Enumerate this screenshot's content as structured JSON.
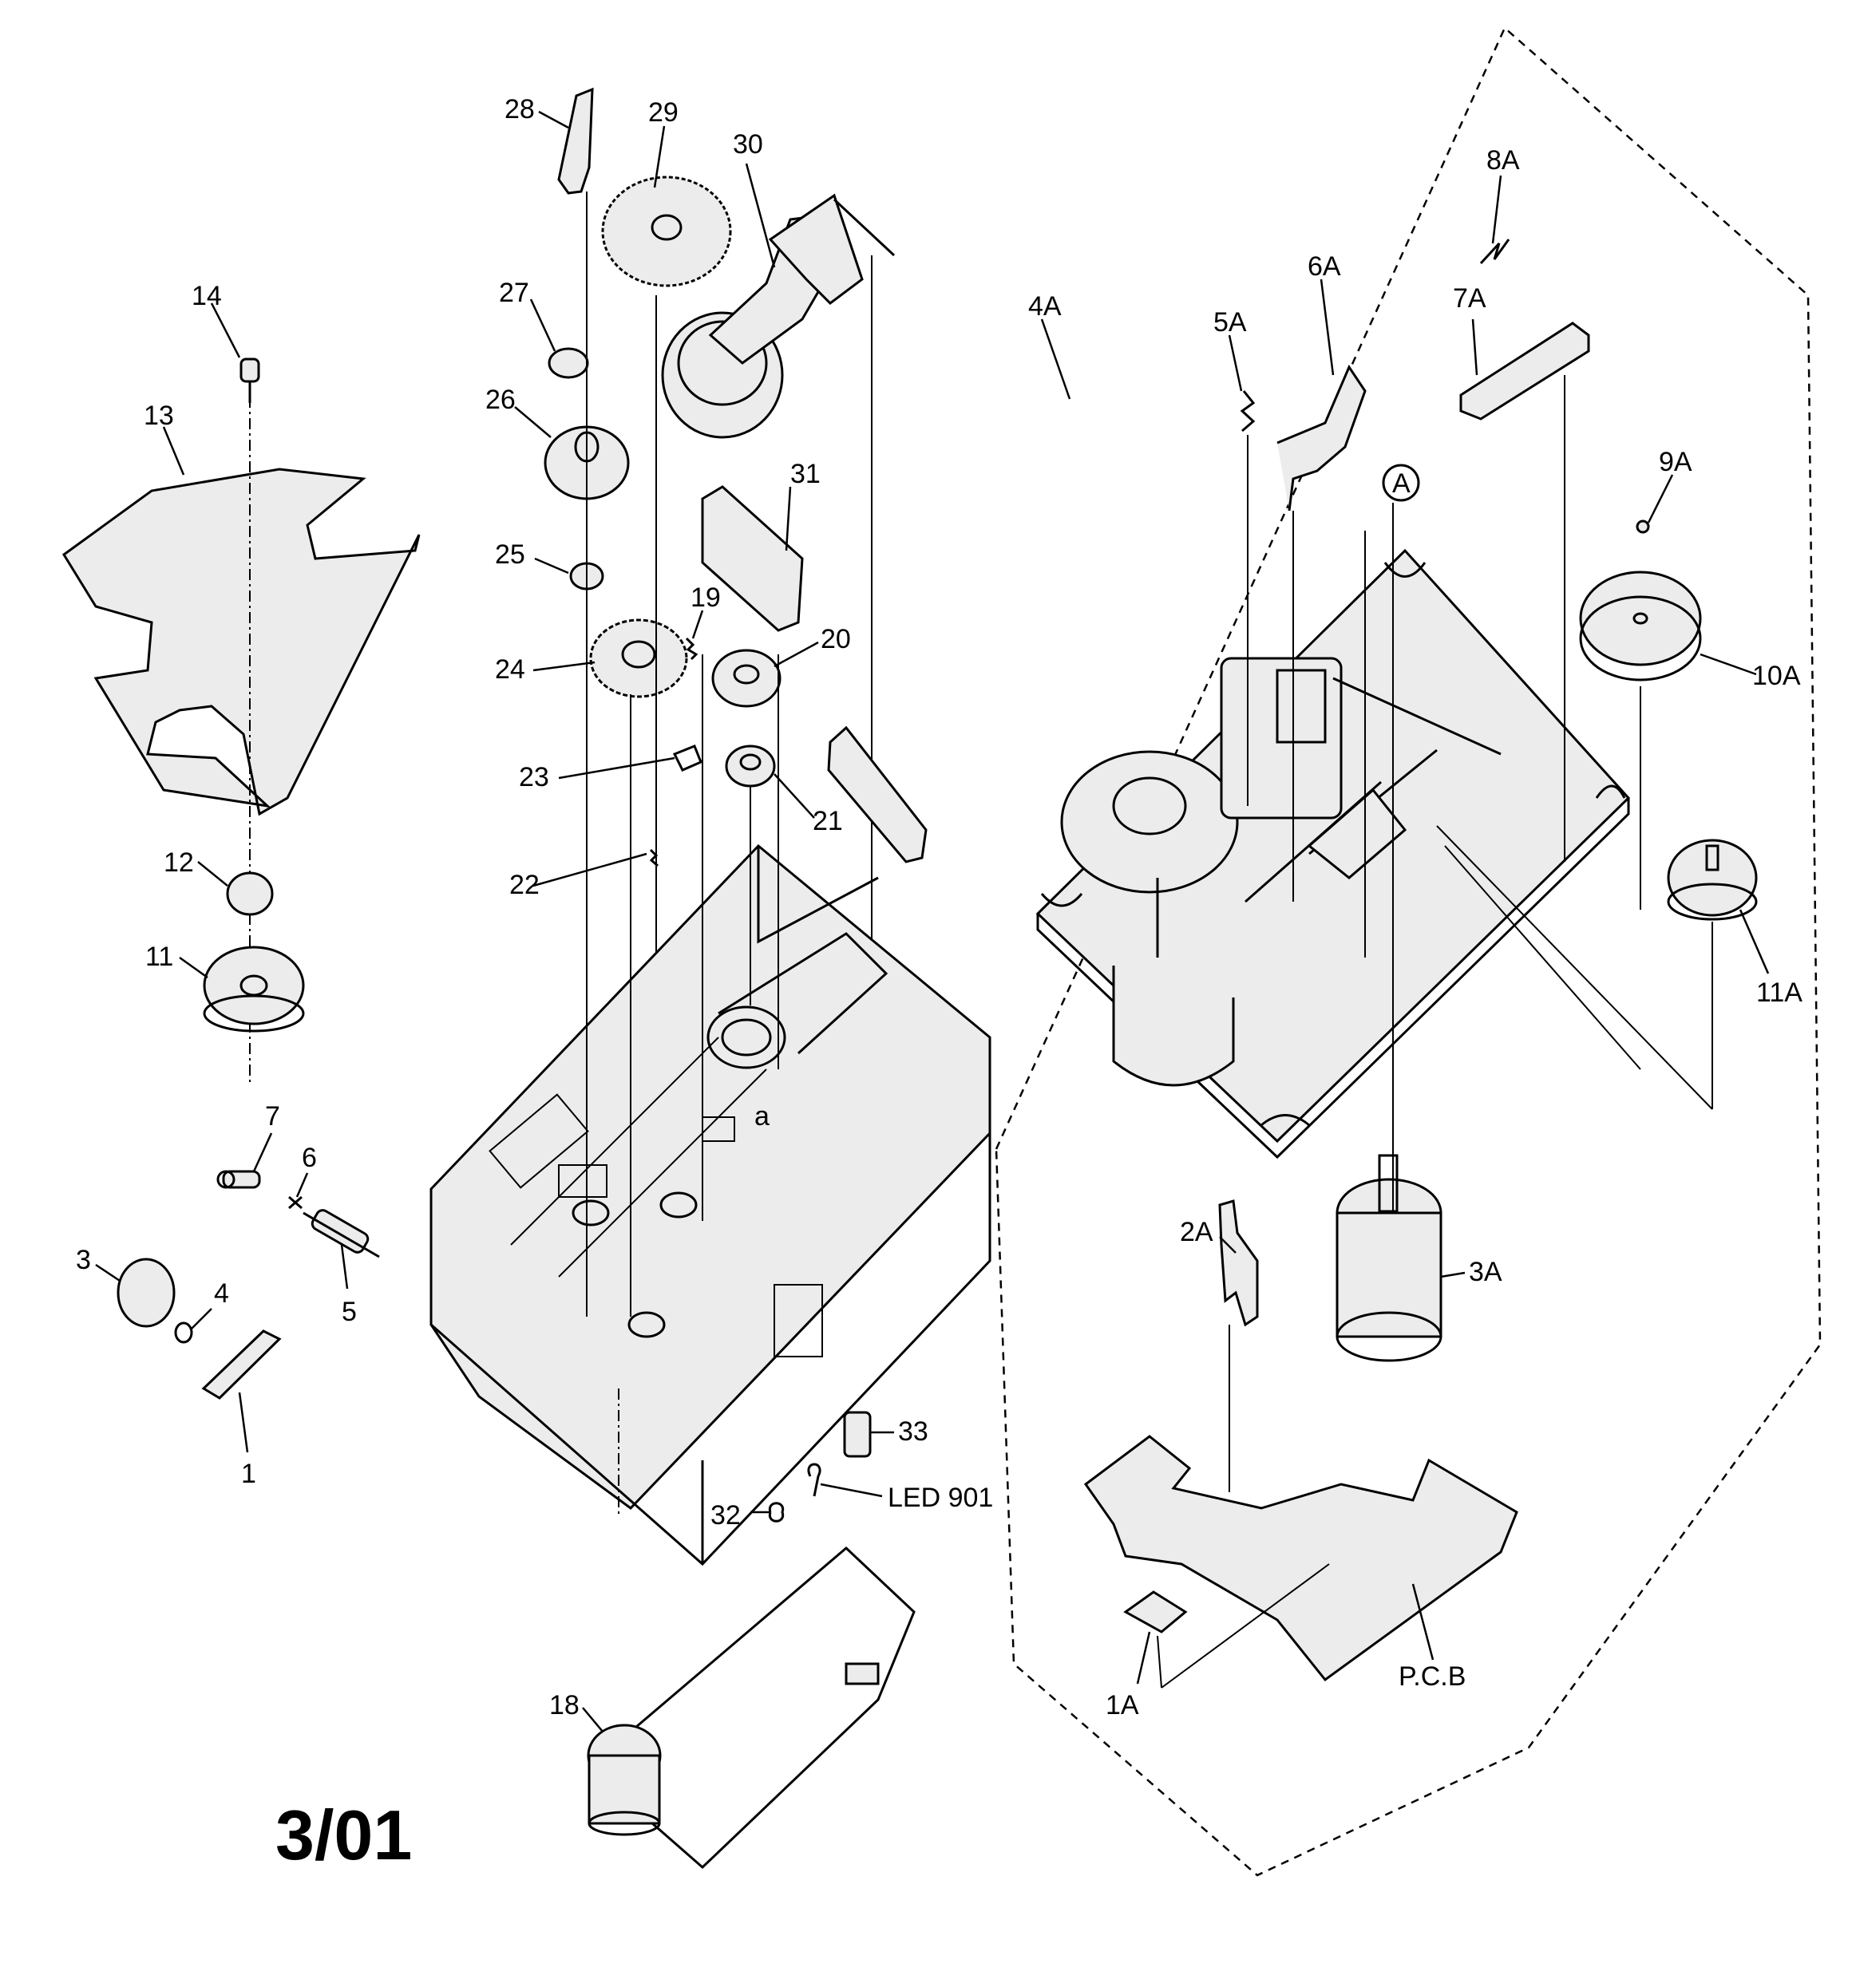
{
  "labels": {
    "l28": "28",
    "l29": "29",
    "l30": "30",
    "l14": "14",
    "l27": "27",
    "l13": "13",
    "l26": "26",
    "l31": "31",
    "l25": "25",
    "l19": "19",
    "l24": "24",
    "l20": "20",
    "l23": "23",
    "l21": "21",
    "l22": "22",
    "l12": "12",
    "l11": "11",
    "l7": "7",
    "l6": "6",
    "l3": "3",
    "l4": "4",
    "l5": "5",
    "l1": "1",
    "l33": "33",
    "l32": "32",
    "led": "LED 901",
    "l18": "18",
    "l8a": "8A",
    "l7a": "7A",
    "l6a": "6A",
    "l5a": "5A",
    "l4a": "4A",
    "circA": "A",
    "l9a": "9A",
    "l10a": "10A",
    "l11a": "11A",
    "l2a": "2A",
    "l3a": "3A",
    "l1a": "1A",
    "pcb": "P.C.B",
    "chassisMark": "a"
  },
  "footer": {
    "code": "3/01"
  }
}
